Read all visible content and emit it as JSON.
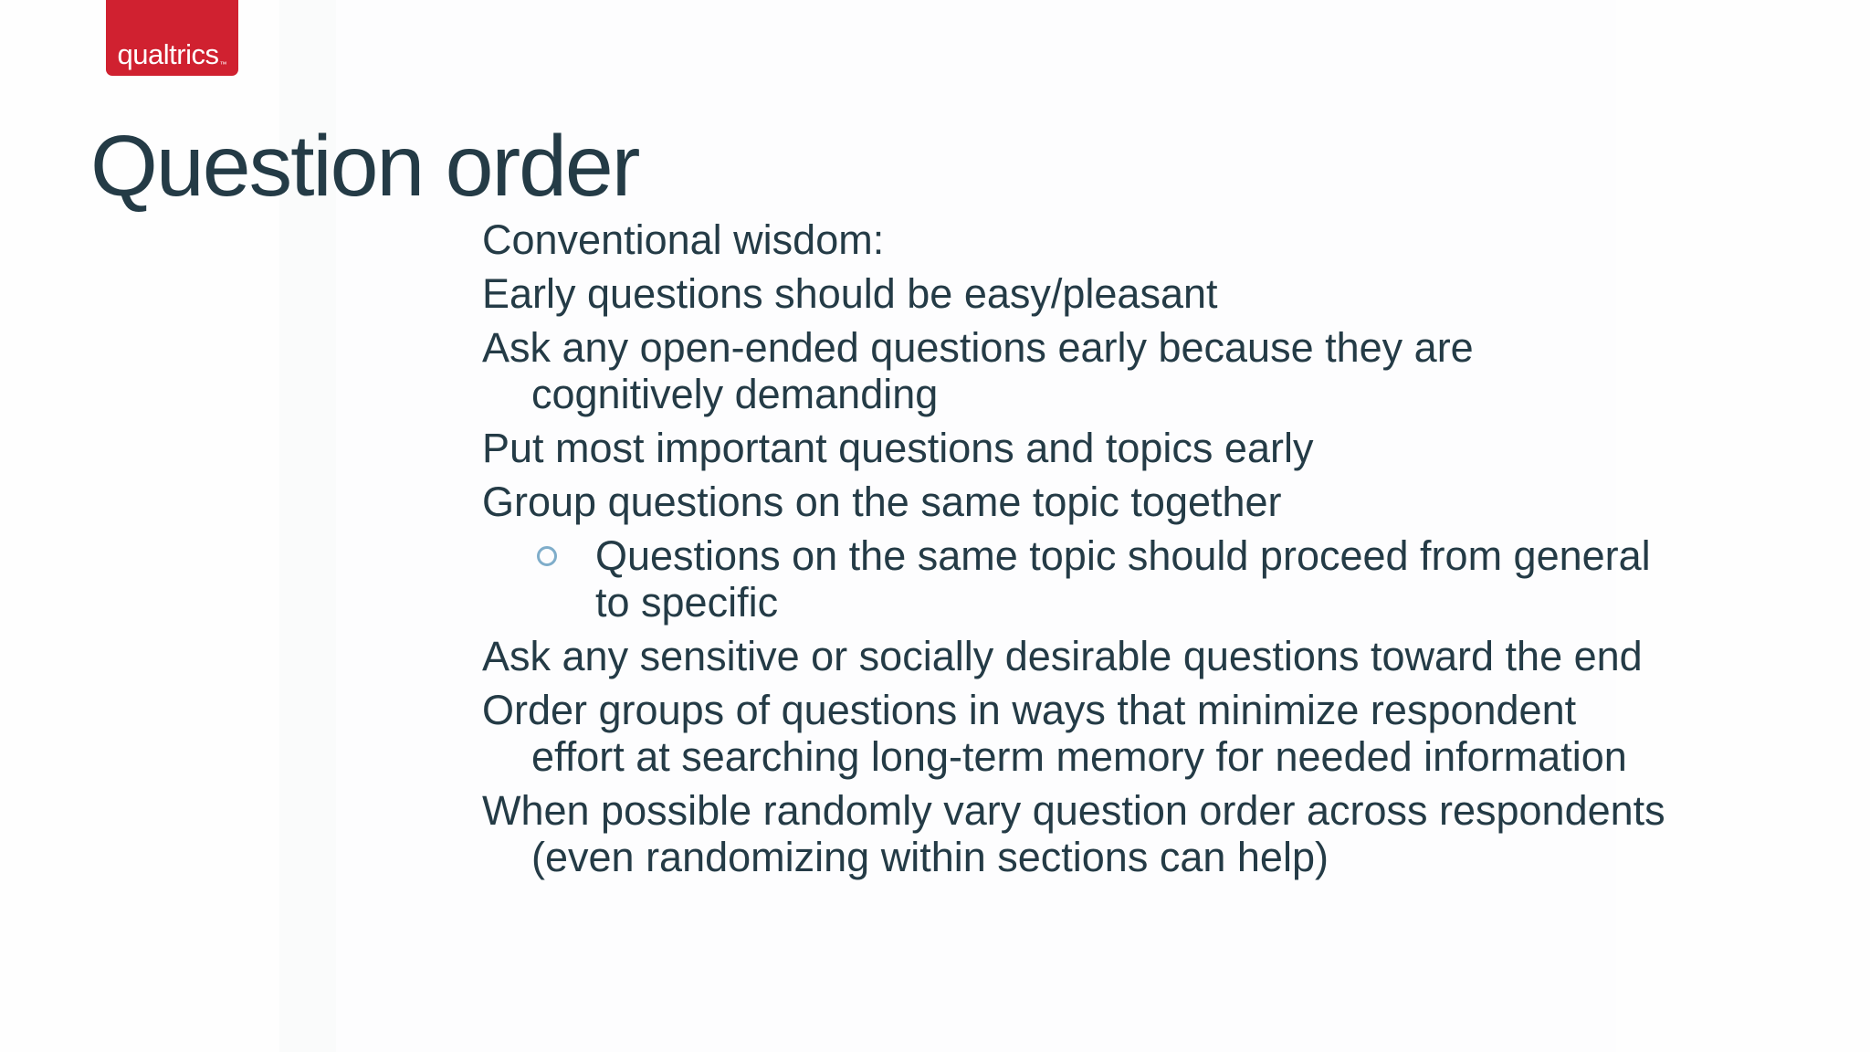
{
  "colors": {
    "brand_red": "#d02130",
    "text": "#243b46",
    "bullet_ring": "#7fadca",
    "background": "#fefefe"
  },
  "logo": {
    "wordmark": "qualtrics",
    "trademark": "™"
  },
  "title": "Question order",
  "body": {
    "items": [
      {
        "level": 1,
        "text": "Conventional wisdom:"
      },
      {
        "level": 1,
        "text": "Early questions should be easy/pleasant"
      },
      {
        "level": 1,
        "text": "Ask any open-ended questions early because they are cognitively demanding"
      },
      {
        "level": 1,
        "text": "Put most important questions and topics early"
      },
      {
        "level": 1,
        "text": "Group questions on the same topic together"
      },
      {
        "level": 2,
        "text": "Questions on the same topic should proceed from general to specific"
      },
      {
        "level": 1,
        "text": "Ask any sensitive or socially desirable questions toward the end"
      },
      {
        "level": 1,
        "text": "Order groups of questions in ways that minimize respondent effort at searching long-term memory for needed information"
      },
      {
        "level": 1,
        "text": "When possible randomly vary question order across respondents (even randomizing within sections can help)"
      }
    ]
  }
}
